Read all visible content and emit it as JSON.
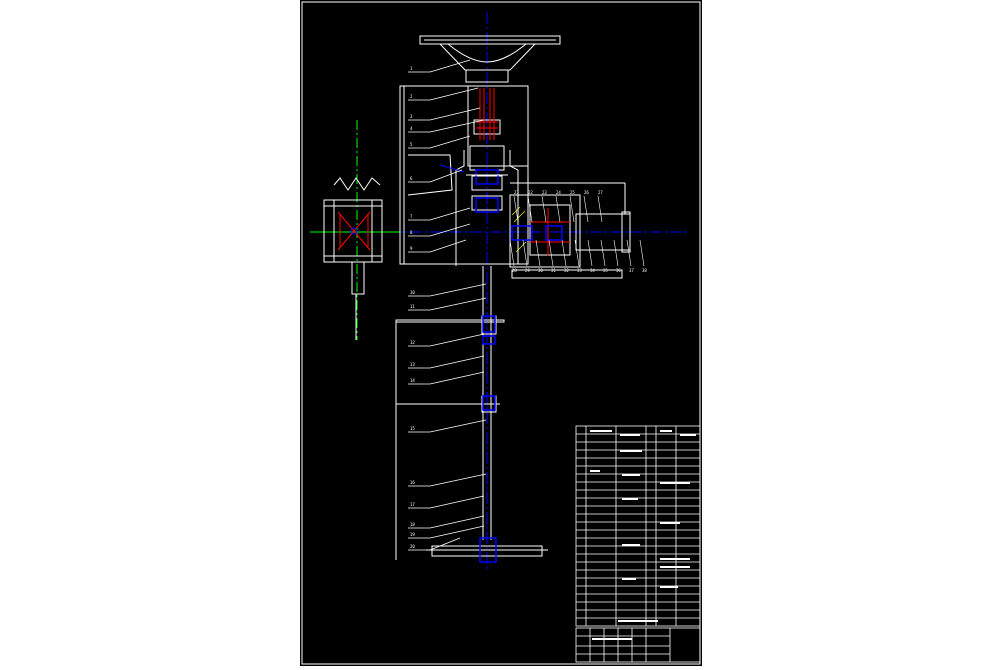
{
  "drawing": {
    "colors": {
      "background": "#ffffff",
      "sheet": "#000000",
      "line": "#ffffff",
      "centerline": "#0000ff",
      "section": "#ff0000",
      "axis_green": "#00ff00",
      "frame": "#ffffff"
    },
    "callouts_left": [
      "1",
      "2",
      "3",
      "4",
      "5",
      "6",
      "7",
      "8",
      "9",
      "10",
      "11",
      "12",
      "13",
      "14",
      "15",
      "16",
      "17",
      "18",
      "19",
      "20"
    ],
    "callouts_top": [
      "21",
      "22",
      "23",
      "24",
      "25",
      "26",
      "27"
    ],
    "callouts_bottom": [
      "28",
      "29",
      "30",
      "31",
      "32",
      "33",
      "34",
      "35",
      "36",
      "37",
      "38"
    ]
  }
}
